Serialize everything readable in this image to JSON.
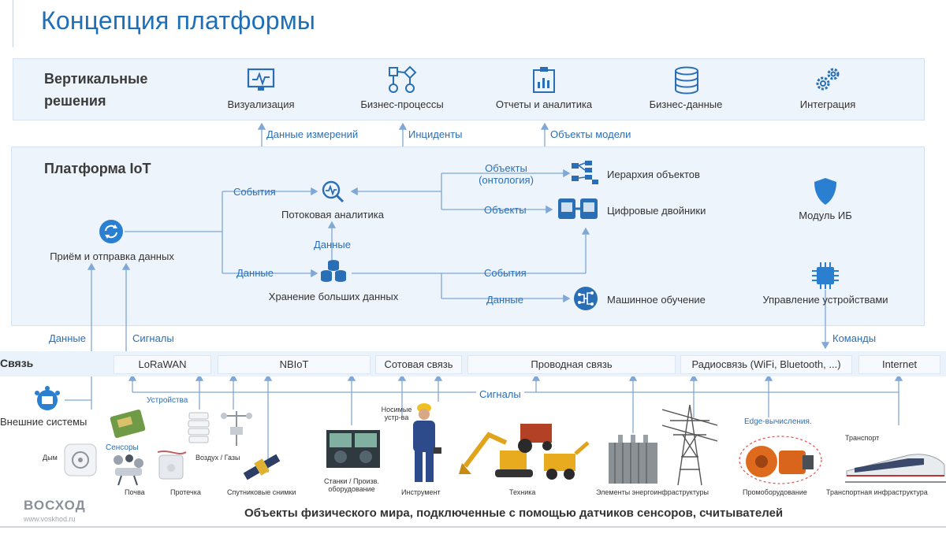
{
  "title": "Концепция платформы",
  "vertical": {
    "title_line1": "Вертикальные",
    "title_line2": "решения",
    "items": [
      {
        "label": "Визуализация",
        "icon": "monitor-chart-icon"
      },
      {
        "label": "Бизнес-процессы",
        "icon": "flowchart-icon"
      },
      {
        "label": "Отчеты и аналитика",
        "icon": "report-icon"
      },
      {
        "label": "Бизнес-данные",
        "icon": "database-icon"
      },
      {
        "label": "Интеграция",
        "icon": "gears-icon"
      }
    ]
  },
  "flows_up": {
    "measurements": "Данные измерений",
    "incidents": "Инциденты",
    "model_objects": "Объекты модели"
  },
  "iot": {
    "title": "Платформа IoT",
    "ingest": "Приём и отправка данных",
    "stream": "Потоковая аналитика",
    "storage": "Хранение больших данных",
    "hierarchy": "Иерархия объектов",
    "twins": "Цифровые двойники",
    "ml": "Машинное обучение",
    "security": "Модуль ИБ",
    "devices": "Управление устройствами",
    "edge_events": "События",
    "edge_data": "Данные",
    "edge_data_up": "Данные",
    "edge_objects_ontology_1": "Объекты",
    "edge_objects_ontology_2": "(онтология)",
    "edge_objects": "Объекты",
    "edge_events2": "События",
    "edge_data2": "Данные"
  },
  "side_flows": {
    "data": "Данные",
    "signals": "Сигналы",
    "commands": "Команды"
  },
  "connectivity": {
    "title": "Связь",
    "items": [
      "LoRaWAN",
      "NBIoT",
      "Сотовая связь",
      "Проводная связь",
      "Радиосвязь (WiFi, Bluetooth, ...)",
      "Internet"
    ],
    "signals": "Сигналы"
  },
  "field": {
    "external": "Внешние системы",
    "devices": "Устройства",
    "sensors": "Сенсоры",
    "smoke": "Дым",
    "soil": "Почва",
    "leak": "Протечка",
    "air": "Воздух / Газы",
    "satellite": "Спутниковые снимки",
    "machines_1": "Станки / Произв.",
    "machines_2": "оборудование",
    "wearable_1": "Носимые",
    "wearable_2": "устр-ва",
    "tool": "Инструмент",
    "vehicles": "Техника",
    "energy": "Элементы энергоинфраструктуры",
    "edge": "Edge-вычисления.",
    "industrial": "Промоборудование",
    "transport": "Транспорт",
    "transport_infra": "Транспортная инфраструктура"
  },
  "footer": {
    "caption": "Объекты физического мира, подключенные с помощью датчиков сенсоров, считывателей",
    "logo": "ВОСХОД",
    "url": "www.voskhod.ru"
  },
  "colors": {
    "accent": "#1f6fb8",
    "line": "#7fa8d6",
    "panel": "#eef4fb"
  }
}
